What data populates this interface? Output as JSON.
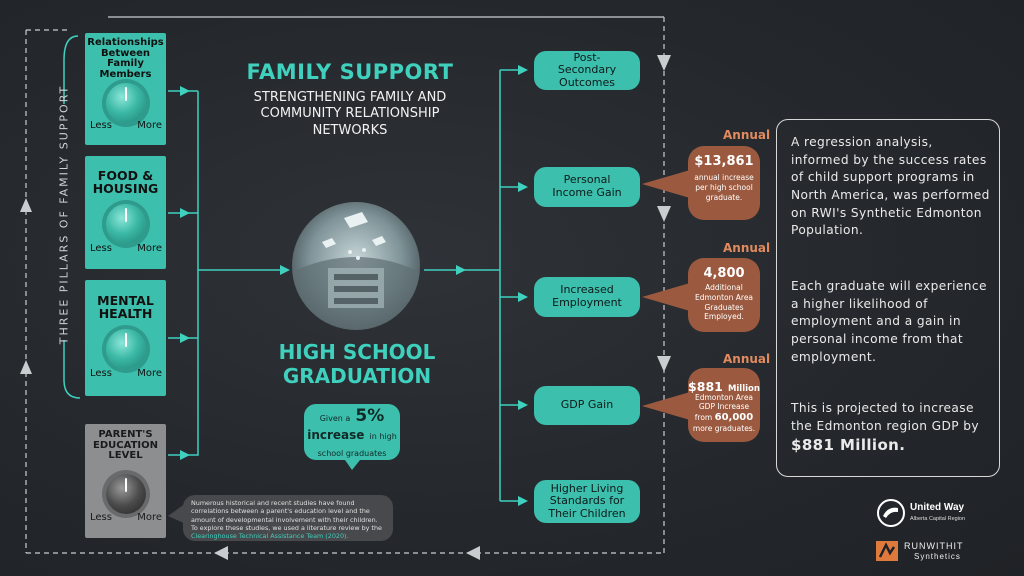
{
  "vertical_title": "THREE PILLARS OF FAMILY SUPPORT",
  "pillars": [
    {
      "title": "Relationships Between Family Members",
      "less": "Less",
      "more": "More"
    },
    {
      "title": "FOOD & HOUSING",
      "less": "Less",
      "more": "More"
    },
    {
      "title": "MENTAL HEALTH",
      "less": "Less",
      "more": "More"
    },
    {
      "title": "PARENT'S EDUCATION LEVEL",
      "less": "Less",
      "more": "More"
    }
  ],
  "header": {
    "title": "FAMILY SUPPORT",
    "subtitle": "STRENGTHENING FAMILY AND COMMUNITY RELATIONSHIP NETWORKS"
  },
  "center": {
    "title": "HIGH SCHOOL GRADUATION",
    "bubble_given": "Given a",
    "bubble_pct": "5%",
    "bubble_increase": "increase",
    "bubble_in_high": "in high",
    "bubble_rest": "school graduates"
  },
  "outcomes": [
    {
      "label": "Post-Secondary Outcomes"
    },
    {
      "label": "Personal Income Gain"
    },
    {
      "label": "Increased Employment"
    },
    {
      "label": "GDP Gain"
    },
    {
      "label": "Higher Living Standards for Their Children"
    }
  ],
  "annual_label": "Annual",
  "impacts": [
    {
      "value": "$13,861",
      "desc": "annual increase per high school graduate."
    },
    {
      "value": "4,800",
      "desc": "Additional Edmonton Area Graduates Employed."
    },
    {
      "value": "$881",
      "value_suffix": "Million",
      "desc": "Edmonton Area GDP Increase from",
      "desc_bold": "60,000",
      "desc_tail": "more graduates."
    }
  ],
  "textbox": {
    "p1": "A regression analysis, informed by the success rates of child support programs in North America, was performed on RWI's Synthetic Edmonton Population.",
    "p2": "Each graduate will experience a higher likelihood of employment and a gain in personal income from that employment.",
    "p3_prefix": "This is projected to increase the Edmonton region GDP by",
    "p3_bold": "$881 Million."
  },
  "note": {
    "text": "Numerous historical and recent studies have found correlations between a parent's education level and the amount of developmental involvement with their children. To explore these studies, we used a literature review by the",
    "link": "Clearinghouse Technical Assistance Team (2020)."
  },
  "logos": {
    "united_way": "United Way",
    "united_way_sub": "Alberta Capital Region",
    "runwithit": "RUNWITHIT",
    "runwithit_sub": "Synthetics"
  },
  "colors": {
    "teal": "#3dbfad",
    "teal_text": "#3fd0be",
    "brown": "#9b5a3f",
    "annual": "#e08a5e",
    "background": "#24282c"
  }
}
